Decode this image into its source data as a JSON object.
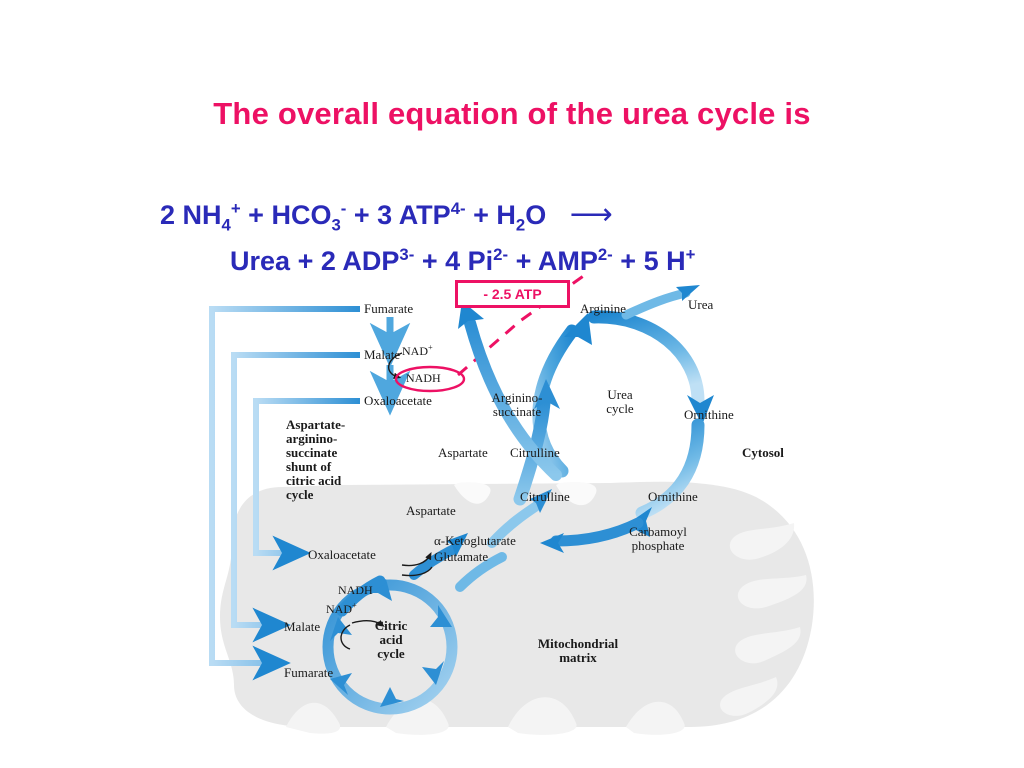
{
  "slide": {
    "title": "The overall equation of the urea cycle is",
    "title_color": "#ED1164",
    "equation_color": "#2A2AB8",
    "background": "#ffffff"
  },
  "equation": {
    "line1": {
      "coeff_nh4": "2",
      "nh4": "NH",
      "nh4_sub": "4",
      "nh4_sup": "+",
      "plus1": "+",
      "hco3": "HCO",
      "hco3_sub": "3",
      "hco3_sup": "-",
      "plus2": "+",
      "coeff_atp": "3",
      "atp": "ATP",
      "atp_sup": "4-",
      "plus3": "+",
      "h2o": "H",
      "h2o_sub": "2",
      "h2o_o": "O",
      "yields": "⟶",
      "plain": "2 NH4+ + HCO3- + 3 ATP4- + H2O ⟶"
    },
    "line2": {
      "urea": "Urea",
      "plus1": "+",
      "coeff_adp": "2",
      "adp": "ADP",
      "adp_sup": "3-",
      "plus2": "+",
      "coeff_pi": "4",
      "pi": "Pi",
      "pi_sup": "2-",
      "plus3": "+",
      "amp": "AMP",
      "amp_sup": "2-",
      "plus4": "+",
      "coeff_h": "5",
      "h": "H",
      "h_sup": "+",
      "plain": "Urea + 2 ADP3- + 4 Pi2- + AMP2- + 5 H+"
    }
  },
  "annotation": {
    "atp_box_label": "- 2.5 ATP",
    "accent_color": "#ED1164",
    "leader_style": "dashed",
    "targets": [
      "NADH ellipse in aspartate-argininosuccinate shunt",
      "equation line 2"
    ]
  },
  "diagram": {
    "compartments": {
      "cytosol": "Cytosol",
      "mitochondrial_matrix": "Mitochondrial\nmatrix",
      "mitochondrial_matrix_line1": "Mitochondrial",
      "mitochondrial_matrix_line2": "matrix"
    },
    "shunt": {
      "title_lines": [
        "Aspartate-",
        "arginino-",
        "succinate",
        "shunt of",
        "citric acid",
        "cycle"
      ],
      "metabolites": [
        "Fumarate",
        "Malate",
        "Oxaloacetate"
      ],
      "cofactor_from": "NAD",
      "cofactor_from_sup": "+",
      "cofactor_to": "NADH",
      "circled": "NADH"
    },
    "urea_cycle": {
      "name_line1": "Urea",
      "name_line2": "cycle",
      "nodes": [
        {
          "label": "Arginine"
        },
        {
          "label": "Urea"
        },
        {
          "label": "Ornithine"
        },
        {
          "label": "Citrulline"
        },
        {
          "label": "Argininosuccinate",
          "line1": "Arginino-",
          "line2": "succinate"
        },
        {
          "label": "Aspartate"
        }
      ]
    },
    "mitochondrial_nodes": {
      "ornithine": "Ornithine",
      "carbamoyl_phosphate_line1": "Carbamoyl",
      "carbamoyl_phosphate_line2": "phosphate",
      "citrulline": "Citrulline",
      "aspartate": "Aspartate",
      "alpha_ketoglutarate": "α-Ketoglutarate",
      "glutamate": "Glutamate"
    },
    "citric_acid_cycle": {
      "name_line1": "Citric",
      "name_line2": "acid",
      "name_line3": "cycle",
      "metabolites": [
        "Oxaloacetate",
        "Malate",
        "Fumarate"
      ],
      "cofactor_to": "NADH",
      "cofactor_from": "NAD",
      "cofactor_from_sup": "+"
    },
    "colors": {
      "arrow_blue_dark": "#1F87D0",
      "arrow_blue_light": "#A8D4F0",
      "mitochondrion_fill": "#E8E8E8",
      "label_text": "#1a1a1a"
    }
  }
}
